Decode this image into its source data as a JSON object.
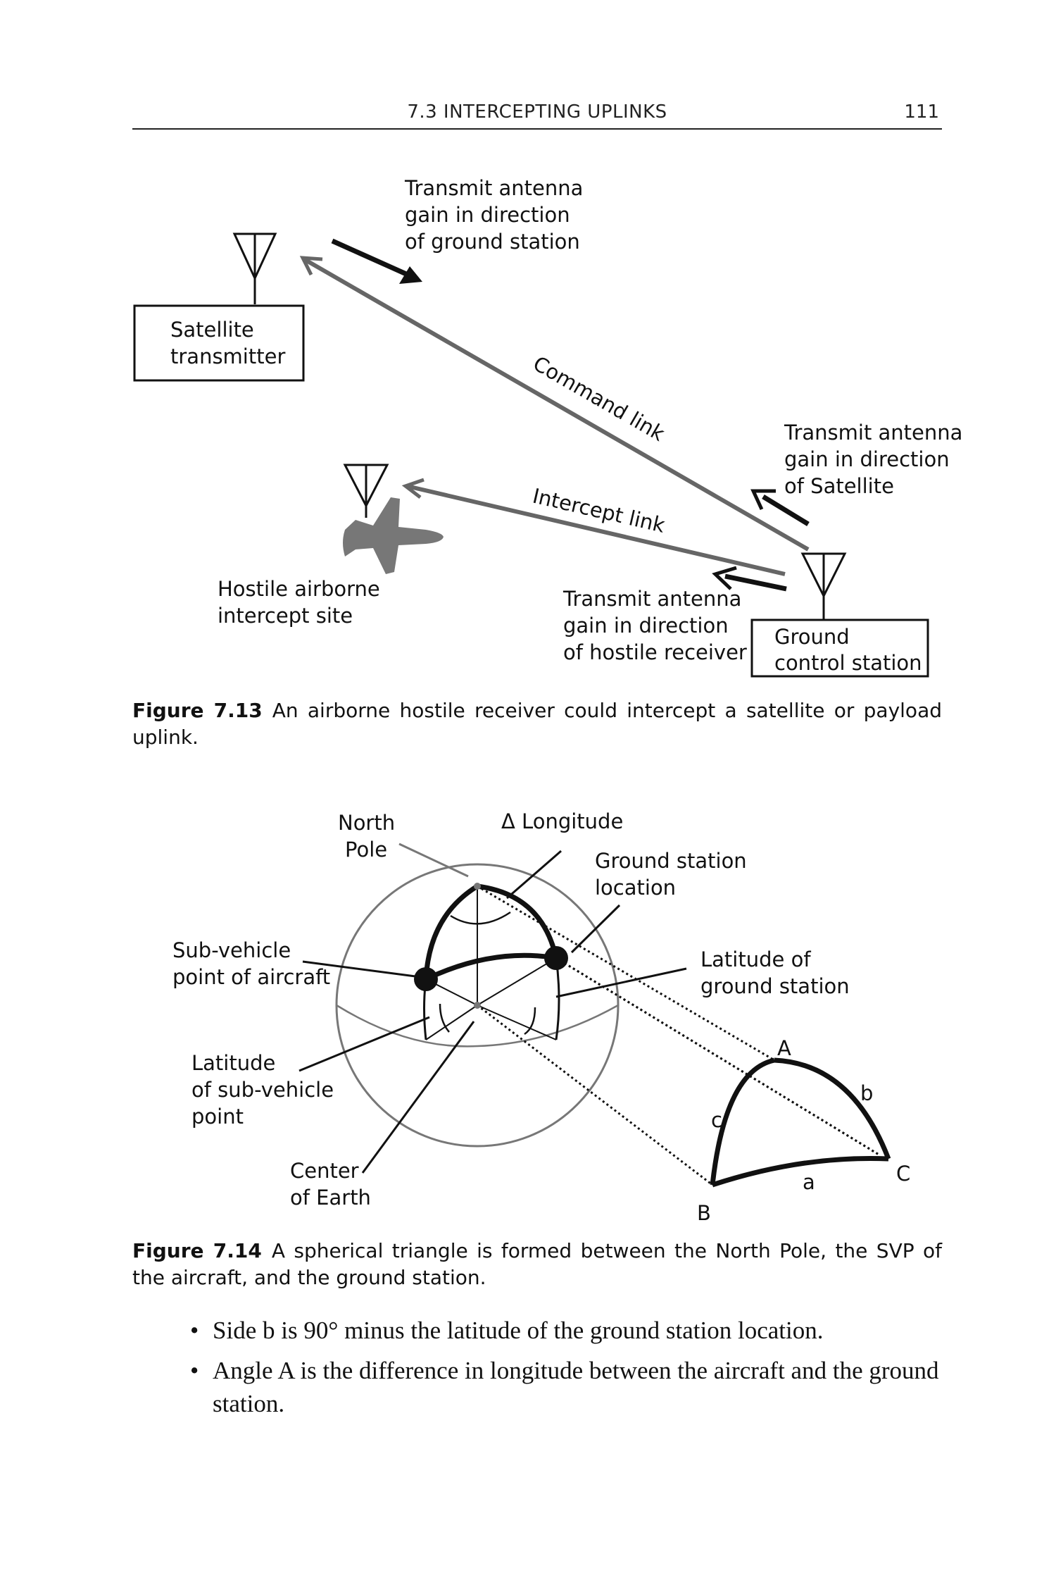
{
  "header": {
    "title": "7.3   INTERCEPTING UPLINKS",
    "page_number": "111"
  },
  "figure_7_13": {
    "labels": {
      "satellite_transmitter": [
        "Satellite",
        "transmitter"
      ],
      "sat_antenna_gain": [
        "Transmit antenna",
        "gain in direction",
        "of ground station"
      ],
      "command_link": "Command link",
      "intercept_link": "Intercept link",
      "gs_gain_satellite": [
        "Transmit antenna",
        "gain in direction",
        "of Satellite"
      ],
      "gs_gain_hostile": [
        "Transmit antenna",
        "gain in direction",
        "of hostile receiver"
      ],
      "hostile_site": [
        "Hostile airborne",
        "intercept site"
      ],
      "ground_station": [
        "Ground",
        "control station"
      ]
    },
    "caption_label": "Figure 7.13",
    "caption_text": "An airborne hostile receiver could intercept a satellite or payload uplink."
  },
  "figure_7_14": {
    "labels": {
      "north_pole": [
        "North",
        "Pole"
      ],
      "delta_longitude": "Δ Longitude",
      "ground_station_location": [
        "Ground station",
        "location"
      ],
      "sub_vehicle_point": [
        "Sub-vehicle",
        "point of aircraft"
      ],
      "latitude_ground_station": [
        "Latitude of",
        "ground station"
      ],
      "latitude_sub_vehicle": [
        "Latitude",
        "of sub-vehicle",
        "point"
      ],
      "center_of_earth": [
        "Center",
        "of Earth"
      ],
      "vertex_A": "A",
      "vertex_B": "B",
      "vertex_C": "C",
      "side_a": "a",
      "side_b": "b",
      "side_c": "c"
    },
    "caption_label": "Figure 7.14",
    "caption_text": "A spherical triangle is formed between the North Pole, the SVP of the aircraft, and the ground station."
  },
  "bullets": [
    "Side b is 90° minus the latitude of the ground station location.",
    "Angle A is the difference in longitude between the aircraft and the ground station."
  ]
}
